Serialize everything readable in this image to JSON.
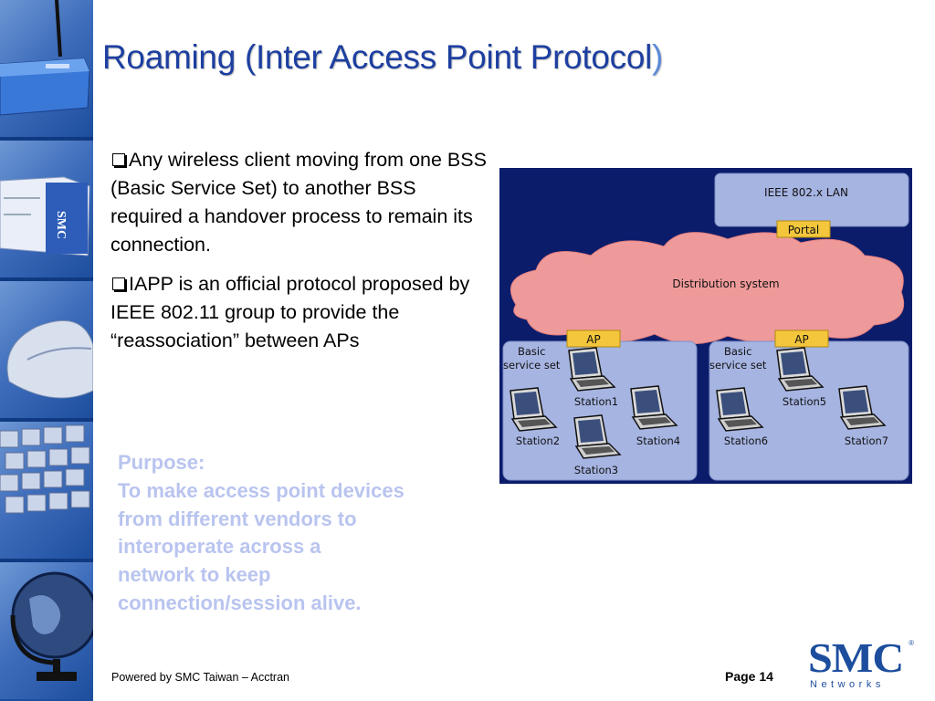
{
  "slide": {
    "title": "Roaming (Inter Access Point Protocol",
    "title_close": ")"
  },
  "bullets": [
    "Any wireless client moving from one BSS (Basic Service Set) to another BSS required a handover process to remain its connection.",
    "IAPP is an official protocol proposed by IEEE 802.11 group to provide the “reassociation” between APs"
  ],
  "purpose": {
    "heading": "Purpose:",
    "lines": [
      "To make access point devices",
      "from different vendors to",
      "interoperate across a",
      "network to keep",
      "connection/session alive."
    ]
  },
  "diagram": {
    "lan_label": "IEEE 802.x LAN",
    "portal_label": "Portal",
    "distribution_label": "Distribution system",
    "ap_label": "AP",
    "bss_label_line1": "Basic",
    "bss_label_line2": "service set",
    "stations": [
      "Station1",
      "Station2",
      "Station3",
      "Station4",
      "Station5",
      "Station6",
      "Station7"
    ],
    "colors": {
      "background": "#0b1c6b",
      "lan_box": "#a6b4e2",
      "cloud": "#ef9a9a",
      "ap_tag": "#f4c63c",
      "bss_box": "#a6b4e2"
    }
  },
  "footer": {
    "powered_by": "Powered by SMC Taiwan – Acctran",
    "page": "Page 14"
  },
  "logo": {
    "word": "SMC",
    "registered": "®",
    "sub": "Networks"
  }
}
